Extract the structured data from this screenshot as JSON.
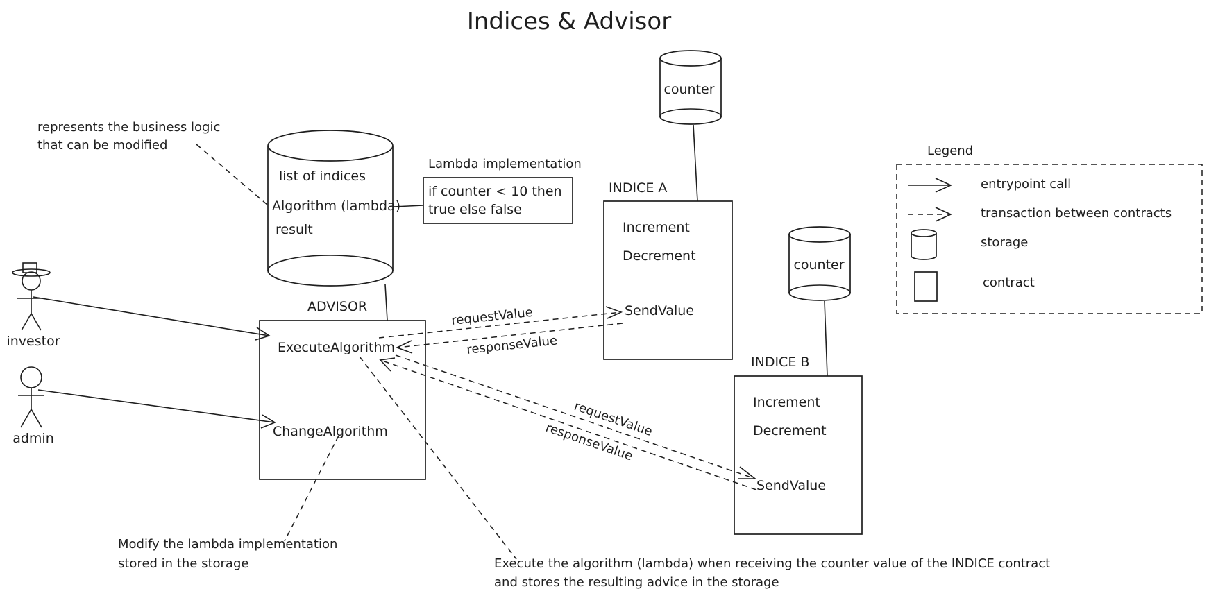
{
  "title": "Indices & Advisor",
  "actors": {
    "investor": "investor",
    "admin": "admin"
  },
  "advisor": {
    "label": "ADVISOR",
    "execute": "ExecuteAlgorithm",
    "change": "ChangeAlgorithm",
    "storage": {
      "line1": "list   of indices",
      "line2": "Algorithm (lambda)",
      "line3": "result"
    }
  },
  "lambda": {
    "label": "Lambda implementation",
    "line1": "if counter < 10 then",
    "line2": "true else false"
  },
  "indice_a": {
    "label": "INDICE A",
    "increment": "Increment",
    "decrement": "Decrement",
    "send": "SendValue",
    "storage": "counter"
  },
  "indice_b": {
    "label": "INDICE B",
    "increment": "Increment",
    "decrement": "Decrement",
    "send": "SendValue",
    "storage": "counter"
  },
  "messages": {
    "request_a": "requestValue",
    "response_a": "responseValue",
    "request_b": "requestValue",
    "response_b": "responseValue"
  },
  "notes": {
    "business_1": "represents the business logic",
    "business_2": "that can be modified",
    "modify_1": "Modify the lambda implementation",
    "modify_2": "stored in the storage",
    "execute_1": "Execute the algorithm (lambda) when receiving the counter value of the INDICE contract",
    "execute_2": "and stores the resulting advice in the storage"
  },
  "legend": {
    "title": "Legend",
    "entrypoint": "entrypoint call",
    "transaction": "transaction between contracts",
    "storage": "storage",
    "contract": "contract"
  }
}
